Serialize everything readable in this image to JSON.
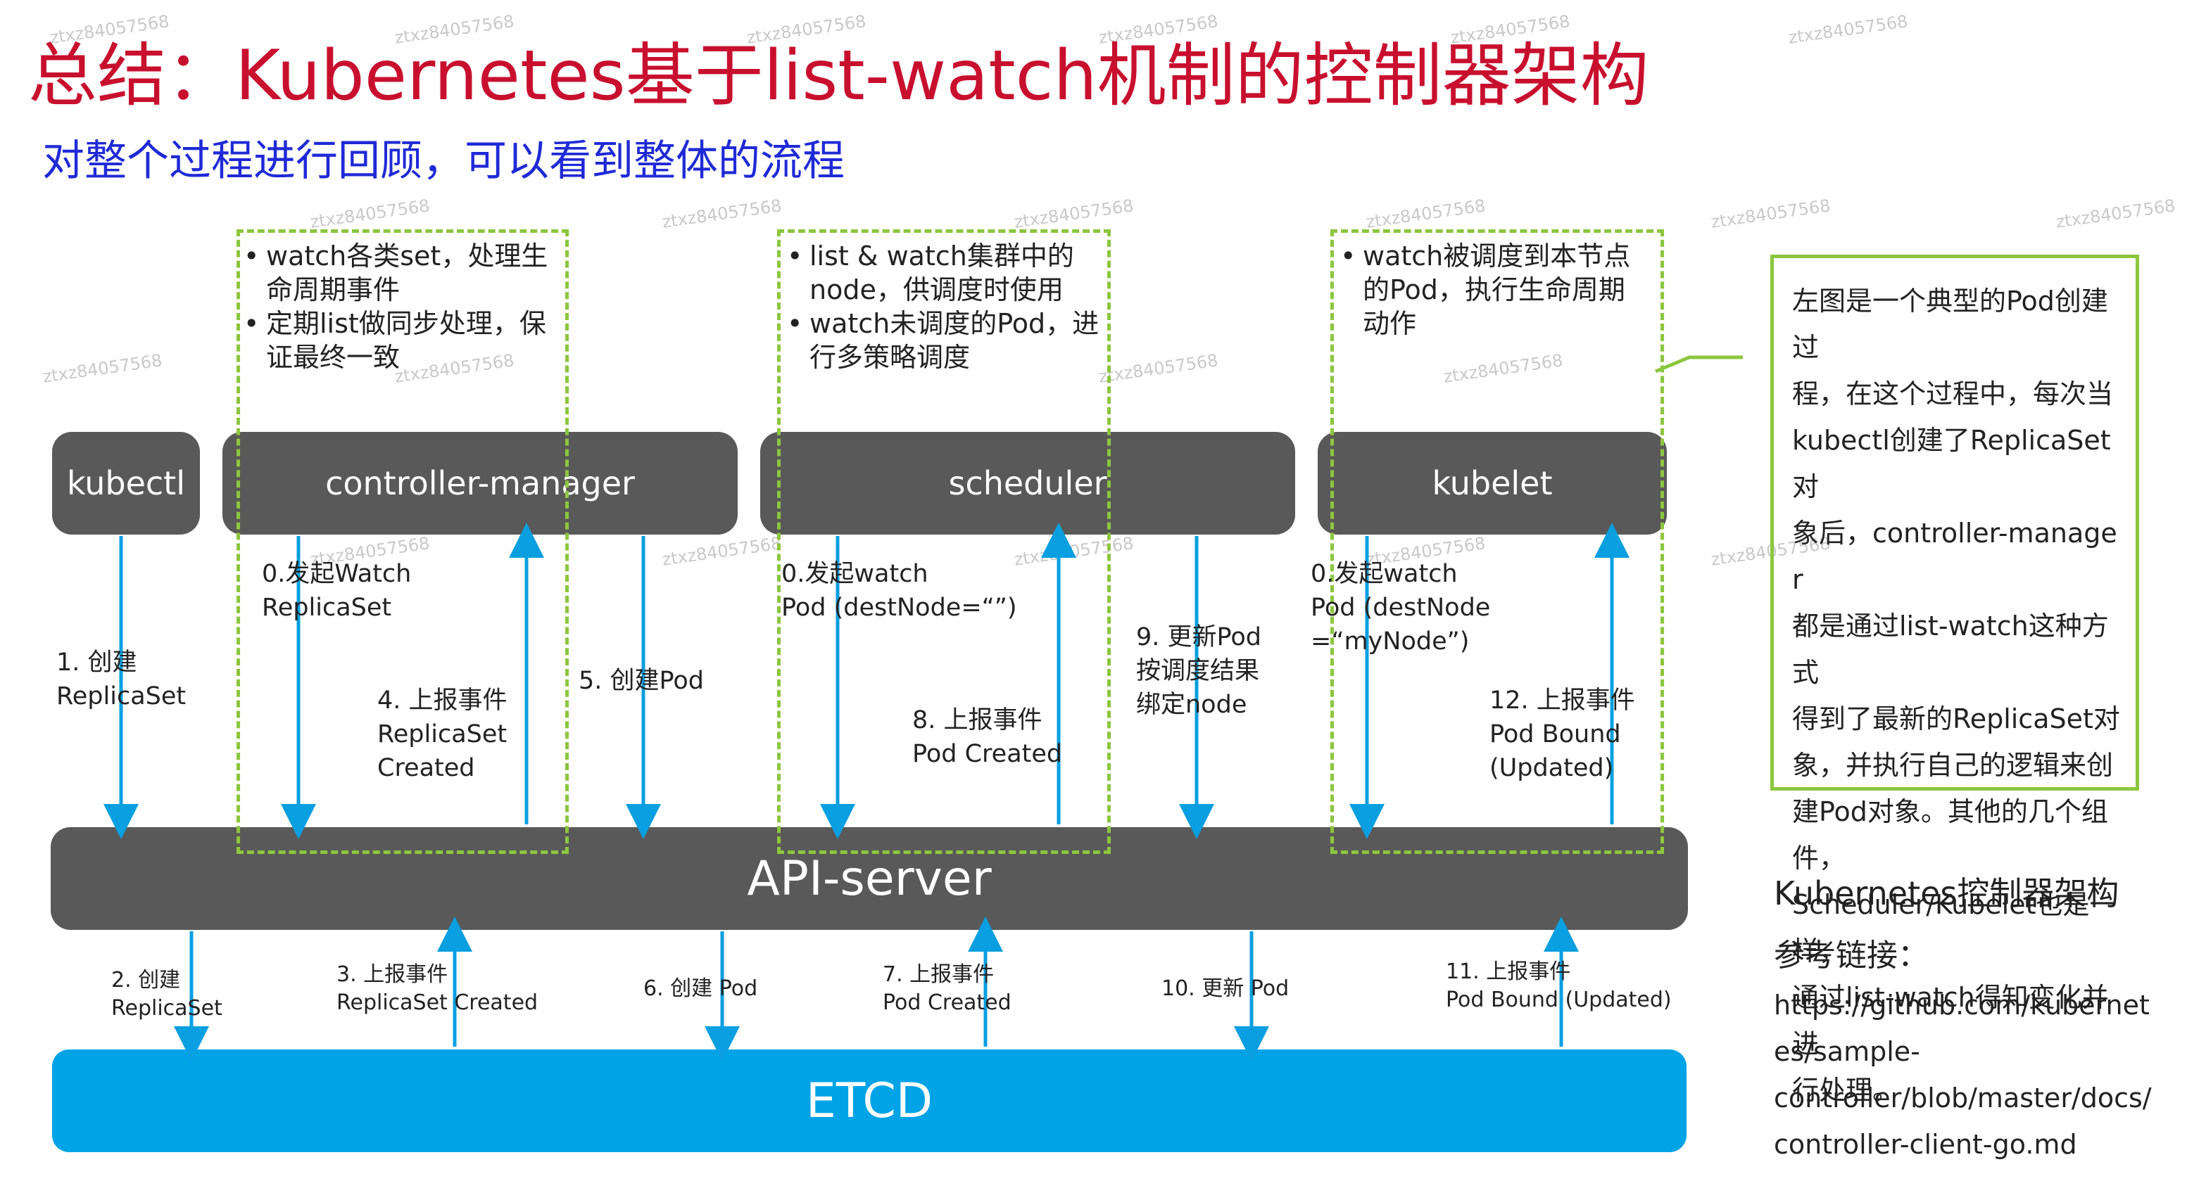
{
  "title": "总结：Kubernetes基于list-watch机制的控制器架构",
  "subtitle": "对整个过程进行回顾，可以看到整体的流程",
  "components": {
    "kubectl": "kubectl",
    "controller_manager": "controller-manager",
    "scheduler": "scheduler",
    "kubelet": "kubelet",
    "api_server": "API-server",
    "etcd": "ETCD"
  },
  "notes": {
    "controller": [
      "watch各类set，处理生命周期事件",
      "定期list做同步处理，保证最终一致"
    ],
    "scheduler": [
      "list & watch集群中的node，供调度时使用",
      "watch未调度的Pod，进行多策略调度"
    ],
    "kubelet": [
      "watch被调度到本节点的Pod，执行生命周期动作"
    ]
  },
  "steps": {
    "s1": [
      "1. 创建",
      "ReplicaSet"
    ],
    "s0a": [
      "0.发起Watch",
      "ReplicaSet"
    ],
    "s4": [
      "4. 上报事件",
      "ReplicaSet",
      "Created"
    ],
    "s5": [
      "5. 创建Pod"
    ],
    "s0b": [
      "0.发起watch",
      "Pod (destNode=“”)"
    ],
    "s8": [
      "8. 上报事件",
      "Pod Created"
    ],
    "s9": [
      "9. 更新Pod",
      "按调度结果",
      "绑定node"
    ],
    "s0c": [
      "0.发起watch",
      "Pod (destNode",
      "=“myNode”)"
    ],
    "s12": [
      "12. 上报事件",
      "Pod Bound",
      "(Updated)"
    ],
    "s2": [
      "2. 创建",
      "ReplicaSet"
    ],
    "s3": [
      "3. 上报事件",
      "ReplicaSet Created"
    ],
    "s6": [
      "6. 创建 Pod"
    ],
    "s7": [
      "7. 上报事件",
      "Pod Created"
    ],
    "s10": [
      "10. 更新 Pod"
    ],
    "s11": [
      "11. 上报事件",
      "Pod Bound (Updated)"
    ]
  },
  "summary_note": [
    "左图是一个典型的Pod创建过",
    "程，在这个过程中，每次当",
    "kubectl创建了ReplicaSet对",
    "象后，controller-manager",
    "都是通过list-watch这种方式",
    "得到了最新的ReplicaSet对",
    "象，并执行自己的逻辑来创",
    "建Pod对象。其他的几个组件，",
    "Scheduler/Kubelet也是一样，",
    "通过list-watch得知变化并进",
    "行处理。"
  ],
  "side": {
    "heading": "Kubernetes控制器架构",
    "ref_label": "参考链接：",
    "link_lines": [
      "https://github.com/kubernet",
      "es/sample-",
      "controller/blob/master/docs/",
      "controller-client-go.md"
    ]
  },
  "watermark": "ztxz84057568",
  "colors": {
    "title": "#c8102e",
    "subtitle": "#1f2ad6",
    "component_box": "#595959",
    "etcd": "#00a3e6",
    "dashed_border": "#8cc63f",
    "arrow": "#0a9fe0"
  }
}
